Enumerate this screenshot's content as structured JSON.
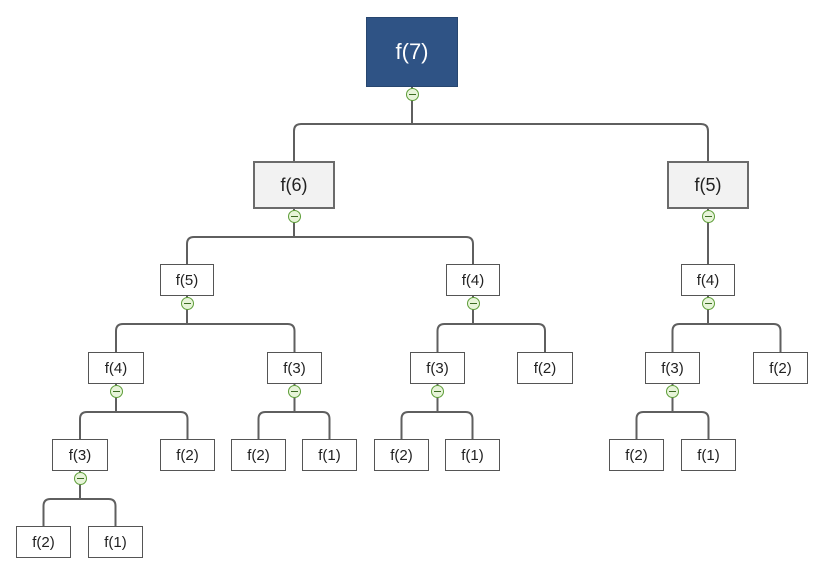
{
  "tree": {
    "id": "f7",
    "label": "f(7)",
    "collapsible": true,
    "children": [
      {
        "id": "f6",
        "label": "f(6)",
        "collapsible": true,
        "children": [
          {
            "id": "f5a",
            "label": "f(5)",
            "collapsible": true,
            "children": [
              {
                "id": "f4a",
                "label": "f(4)",
                "collapsible": true,
                "children": [
                  {
                    "id": "f3a",
                    "label": "f(3)",
                    "collapsible": true,
                    "children": [
                      {
                        "id": "f2a",
                        "label": "f(2)"
                      },
                      {
                        "id": "f1a",
                        "label": "f(1)"
                      }
                    ]
                  },
                  {
                    "id": "f2b",
                    "label": "f(2)"
                  }
                ]
              },
              {
                "id": "f3b",
                "label": "f(3)",
                "collapsible": true,
                "children": [
                  {
                    "id": "f2c",
                    "label": "f(2)"
                  },
                  {
                    "id": "f1b",
                    "label": "f(1)"
                  }
                ]
              }
            ]
          },
          {
            "id": "f4b",
            "label": "f(4)",
            "collapsible": true,
            "children": [
              {
                "id": "f3c",
                "label": "f(3)",
                "collapsible": true,
                "children": [
                  {
                    "id": "f2d",
                    "label": "f(2)"
                  },
                  {
                    "id": "f1c",
                    "label": "f(1)"
                  }
                ]
              },
              {
                "id": "f2e",
                "label": "f(2)"
              }
            ]
          }
        ]
      },
      {
        "id": "f5b",
        "label": "f(5)",
        "collapsible": true,
        "children": [
          {
            "id": "f4c",
            "label": "f(4)",
            "collapsible": true,
            "children": [
              {
                "id": "f3d",
                "label": "f(3)",
                "collapsible": true,
                "children": [
                  {
                    "id": "f2f",
                    "label": "f(2)"
                  },
                  {
                    "id": "f1d",
                    "label": "f(1)"
                  }
                ]
              },
              {
                "id": "f2g",
                "label": "f(2)"
              }
            ]
          }
        ]
      }
    ]
  },
  "colors": {
    "root_fill": "#2f5385",
    "root_text": "#ffffff",
    "branch_fill": "#f2f2f2",
    "node_border": "#555555",
    "connector": "#5f5f5f",
    "toggle_fill": "#e7f4d9",
    "toggle_border": "#5e9e39"
  }
}
